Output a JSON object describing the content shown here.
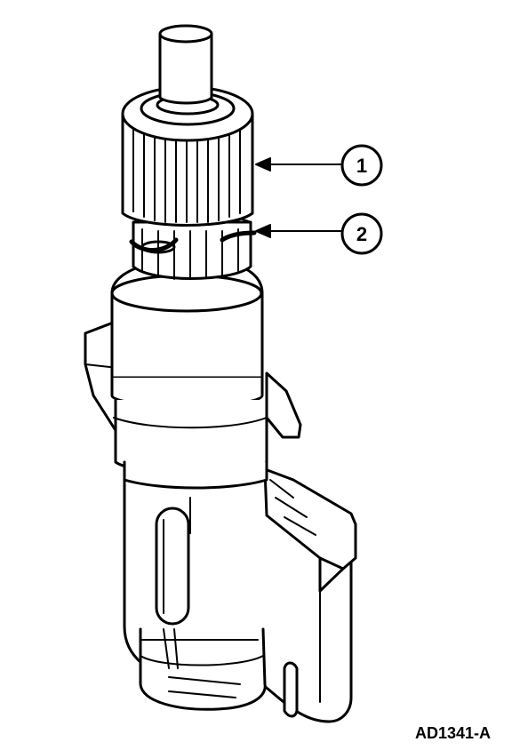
{
  "diagram": {
    "figure_id": "AD1341-A",
    "callouts": [
      {
        "number": "1"
      },
      {
        "number": "2"
      }
    ]
  }
}
